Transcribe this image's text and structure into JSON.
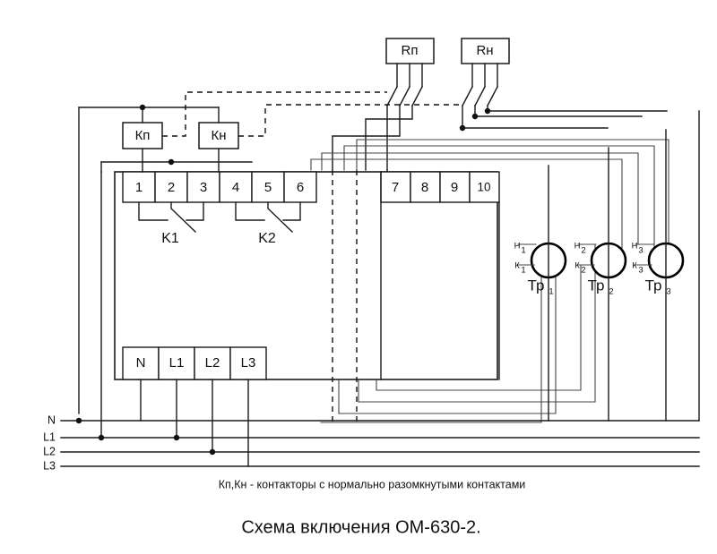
{
  "document": {
    "title": "Схема включения ОМ-630-2.",
    "note": "Кп,Кн - контакторы с нормально разомкнутыми контактами",
    "background_color": "#ffffff",
    "line_color": "#1a1a1a"
  },
  "device": {
    "name": "ОМ-630-2",
    "top_terminals": [
      "1",
      "2",
      "3",
      "4",
      "5",
      "6"
    ],
    "top_terminals_right": [
      "7",
      "8",
      "9",
      "10"
    ],
    "bottom_terminals": [
      "N",
      "L1",
      "L2",
      "L3"
    ]
  },
  "contacts": {
    "k1_label": "K1",
    "k2_label": "K2"
  },
  "contactors": [
    {
      "id": "kp",
      "label": "Кп"
    },
    {
      "id": "kn",
      "label": "Кн"
    }
  ],
  "relays": [
    {
      "id": "rp",
      "label": "Rп",
      "poles": 3
    },
    {
      "id": "rn",
      "label": "Rн",
      "poles": 3
    }
  ],
  "supply_lines": [
    {
      "id": "n",
      "label": "N"
    },
    {
      "id": "l1",
      "label": "L1"
    },
    {
      "id": "l2",
      "label": "L2"
    },
    {
      "id": "l3",
      "label": "L3"
    }
  ],
  "transformers": [
    {
      "id": "tr1",
      "name": "Тр",
      "index": "1",
      "h_label": "Н",
      "h_index": "1",
      "k_label": "К",
      "k_index": "1"
    },
    {
      "id": "tr2",
      "name": "Тр",
      "index": "2",
      "h_label": "Н",
      "h_index": "2",
      "k_label": "К",
      "k_index": "2"
    },
    {
      "id": "tr3",
      "name": "Тр",
      "index": "3",
      "h_label": "Н",
      "h_index": "3",
      "k_label": "К",
      "k_index": "3"
    }
  ]
}
